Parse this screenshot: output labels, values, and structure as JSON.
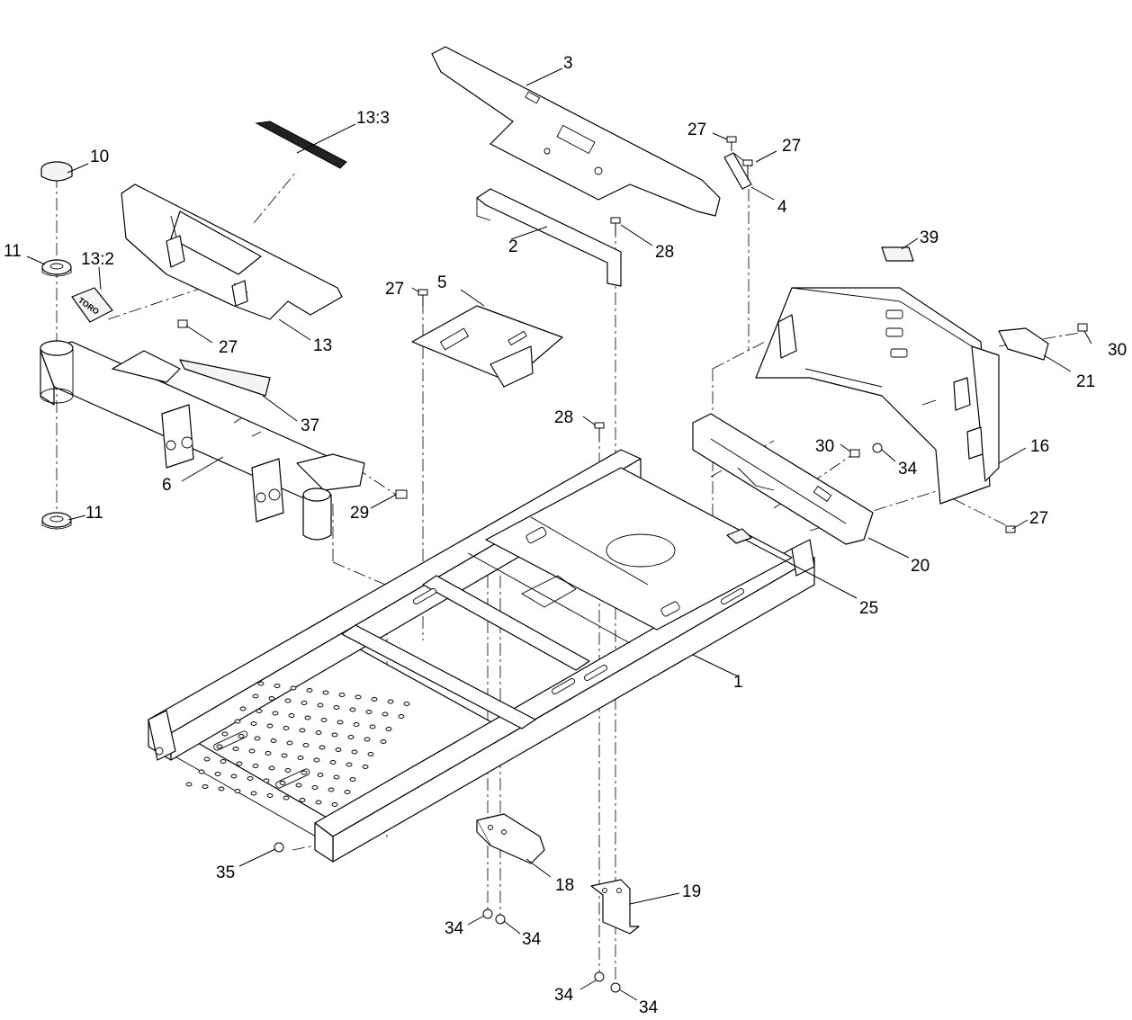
{
  "callouts": [
    {
      "id": "c1",
      "text": "1"
    },
    {
      "id": "c2",
      "text": "2"
    },
    {
      "id": "c3",
      "text": "3"
    },
    {
      "id": "c4",
      "text": "4"
    },
    {
      "id": "c5",
      "text": "5"
    },
    {
      "id": "c6",
      "text": "6"
    },
    {
      "id": "c10",
      "text": "10"
    },
    {
      "id": "c11a",
      "text": "11"
    },
    {
      "id": "c11b",
      "text": "11"
    },
    {
      "id": "c13",
      "text": "13"
    },
    {
      "id": "c13_2",
      "text": "13:2"
    },
    {
      "id": "c13_3",
      "text": "13:3"
    },
    {
      "id": "c16",
      "text": "16"
    },
    {
      "id": "c18",
      "text": "18"
    },
    {
      "id": "c19",
      "text": "19"
    },
    {
      "id": "c20",
      "text": "20"
    },
    {
      "id": "c21",
      "text": "21"
    },
    {
      "id": "c25",
      "text": "25"
    },
    {
      "id": "c27a",
      "text": "27"
    },
    {
      "id": "c27b",
      "text": "27"
    },
    {
      "id": "c27c",
      "text": "27"
    },
    {
      "id": "c27d",
      "text": "27"
    },
    {
      "id": "c27e",
      "text": "27"
    },
    {
      "id": "c28a",
      "text": "28"
    },
    {
      "id": "c28b",
      "text": "28"
    },
    {
      "id": "c29",
      "text": "29"
    },
    {
      "id": "c30a",
      "text": "30"
    },
    {
      "id": "c30b",
      "text": "30"
    },
    {
      "id": "c34a",
      "text": "34"
    },
    {
      "id": "c34b",
      "text": "34"
    },
    {
      "id": "c34c",
      "text": "34"
    },
    {
      "id": "c34d",
      "text": "34"
    },
    {
      "id": "c34e",
      "text": "34"
    },
    {
      "id": "c35",
      "text": "35"
    },
    {
      "id": "c37",
      "text": "37"
    },
    {
      "id": "c39",
      "text": "39"
    }
  ],
  "decal_text": "TORO"
}
